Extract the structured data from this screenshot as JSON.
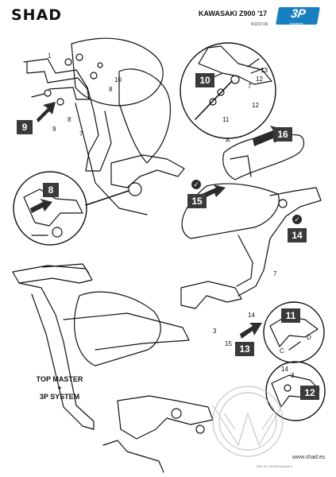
{
  "header": {
    "brand": "SHAD",
    "model": "KAWASAKI Z900 '17",
    "code": "K0Z971IF",
    "badge_text": "3P",
    "badge_sub": "system",
    "badge_color": "#1a7fc0"
  },
  "steps": {
    "s8": "8",
    "s9": "9",
    "s10": "10",
    "s11": "11",
    "s12": "12",
    "s13": "13",
    "s14": "14",
    "s15": "15",
    "s16": "16"
  },
  "callouts": {
    "n1": "1",
    "n10a": "10",
    "n8a": "8",
    "n9": "9",
    "n8b": "8",
    "n7a": "7",
    "n7b": "7",
    "n13": "13",
    "n12a": "12",
    "n12b": "12",
    "n11": "11",
    "A": "A",
    "n7c": "7",
    "n14": "14",
    "n3": "3",
    "n15": "15",
    "C": "C",
    "D": "D",
    "n14b": "14",
    "n3b": "3"
  },
  "labels": {
    "top_master": "TOP MASTER",
    "plus": "+",
    "system": "3P SYSTEM"
  },
  "footer": {
    "site": "www.shad.es",
    "code": "1991 ALL 00459 Edición 4"
  },
  "icons": {
    "check": "check-icon",
    "arrow": "arrow-icon",
    "watermark": "wmr-watermark"
  }
}
